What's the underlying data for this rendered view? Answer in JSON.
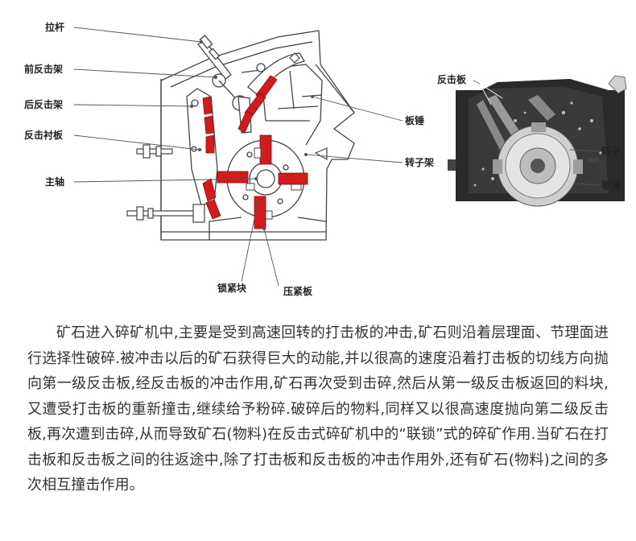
{
  "left_diagram": {
    "labels": {
      "pull_rod": "拉杆",
      "front_rack": "前反击架",
      "rear_rack": "后反击架",
      "liner": "反击衬板",
      "main_shaft": "主轴",
      "blow_bar": "板锤",
      "rotor_frame": "转子架",
      "lock_block": "锁紧块",
      "press_plate": "压紧板"
    },
    "colors": {
      "accent": "#d31b1b",
      "line": "#444444"
    }
  },
  "right_diagram": {
    "labels": {
      "impact_plate": "反击板",
      "rotor": "转子",
      "blow_bar": "板锤"
    }
  },
  "paragraph": "矿石进入碎矿机中,主要是受到高速回转的打击板的冲击,矿石则沿着层理面、节理面进行选择性破碎.被冲击以后的矿石获得巨大的动能,并以很高的速度沿着打击板的切线方向抛向第一级反击板,经反击板的冲击作用,矿石再次受到击碎,然后从第一级反击板返回的料块,又遭受打击板的重新撞击,继续给予粉碎.破碎后的物料,同样又以很高速度抛向第二级反击板,再次遭到击碎,从而导致矿石(物料)在反击式碎矿机中的“联锁”式的碎矿作用.当矿石在打击板和反击板之间的往返途中,除了打击板和反击板的冲击作用外,还有矿石(物料)之间的多次相互撞击作用。"
}
